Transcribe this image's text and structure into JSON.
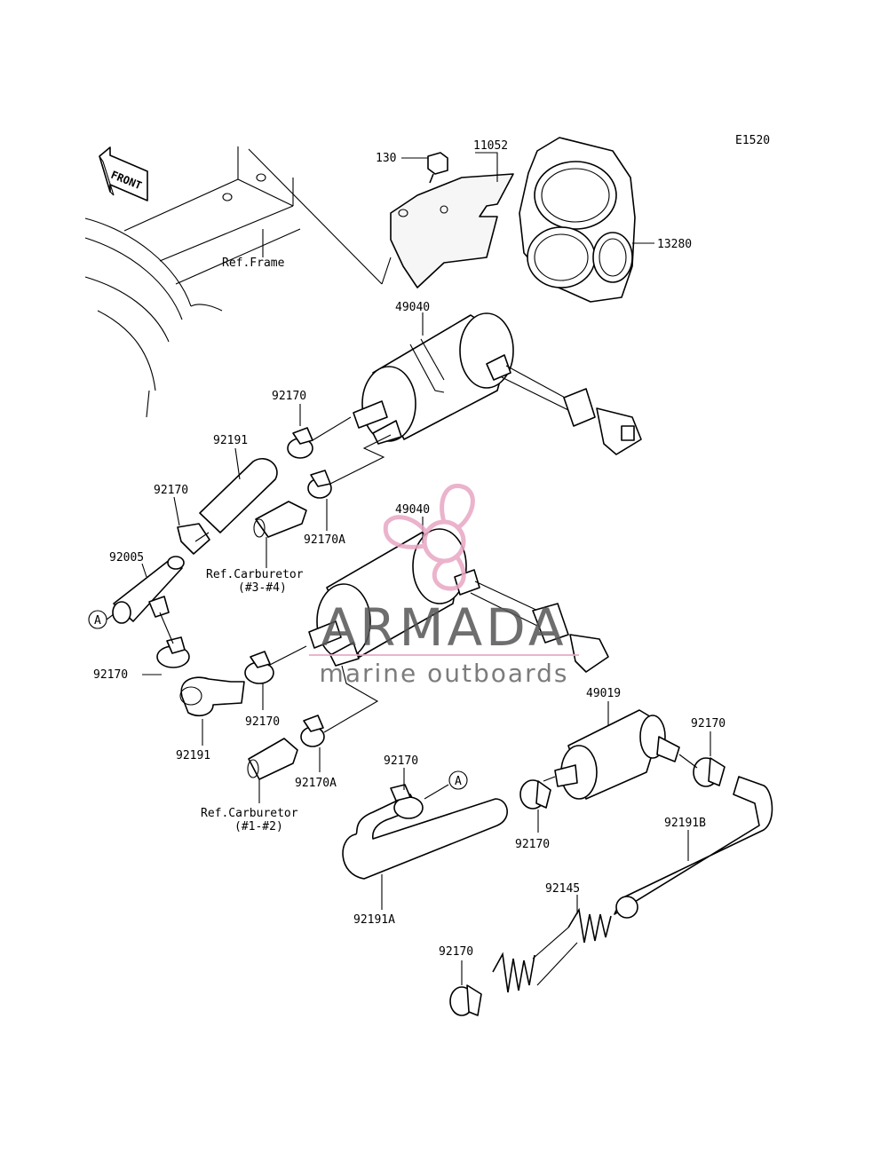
{
  "diagram_code": "E1520",
  "front_label": "FRONT",
  "ref_frame": "Ref.Frame",
  "ref_carb_34": [
    "Ref.Carburetor",
    "(#3-#4)"
  ],
  "ref_carb_12": [
    "Ref.Carburetor",
    "(#1-#2)"
  ],
  "callout_a": "A",
  "parts": {
    "bolt": "130",
    "bracket": "11052",
    "holder": "13280",
    "pump_top": "49040",
    "pump_mid": "49040",
    "filter": "49019",
    "clamp": "92170",
    "clamp_a": "92170A",
    "hose": "92191",
    "hose_a": "92191A",
    "hose_b": "92191B",
    "joint": "92005",
    "spring": "92145"
  },
  "watermark": {
    "title": "ARMADA",
    "subtitle": "marine outboards",
    "accent_color": "#e8a6c4"
  }
}
